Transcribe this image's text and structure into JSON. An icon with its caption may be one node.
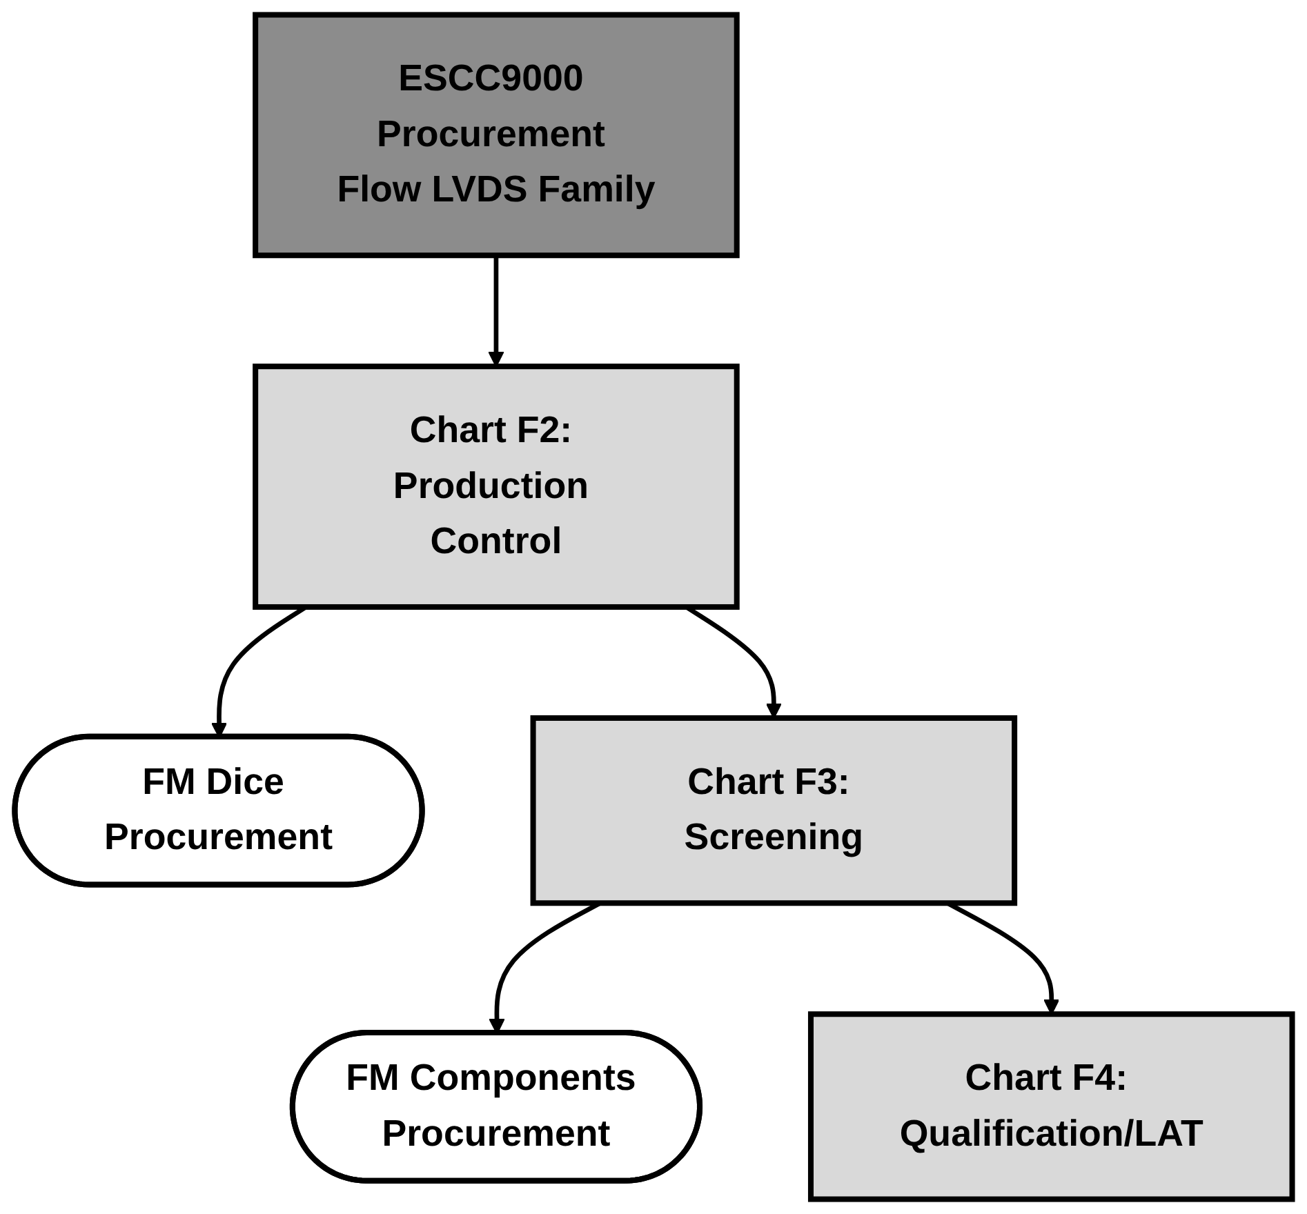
{
  "diagram": {
    "nodes": [
      {
        "text": [
          "ESCC9000 Procurement Flow LVDS Family"
        ]
      },
      {
        "text": [
          "Chart F2: Production Control"
        ]
      },
      {
        "text": [
          "FM Dice Procurement"
        ]
      },
      {
        "text": [
          "Chart F3: Screening"
        ]
      },
      {
        "text": [
          "FM Components Procurement"
        ]
      },
      {
        "text": [
          "Chart F4: Qualification/LAT"
        ]
      }
    ],
    "edges": [
      {
        "from": 0,
        "to": 1,
        "arrow": "to"
      },
      {
        "from": 1,
        "to": 2,
        "arrow": "to"
      },
      {
        "from": 1,
        "to": 3,
        "arrow": "to"
      },
      {
        "from": 3,
        "to": 4,
        "arrow": "to"
      },
      {
        "from": 3,
        "to": 5,
        "arrow": "to"
      }
    ]
  }
}
